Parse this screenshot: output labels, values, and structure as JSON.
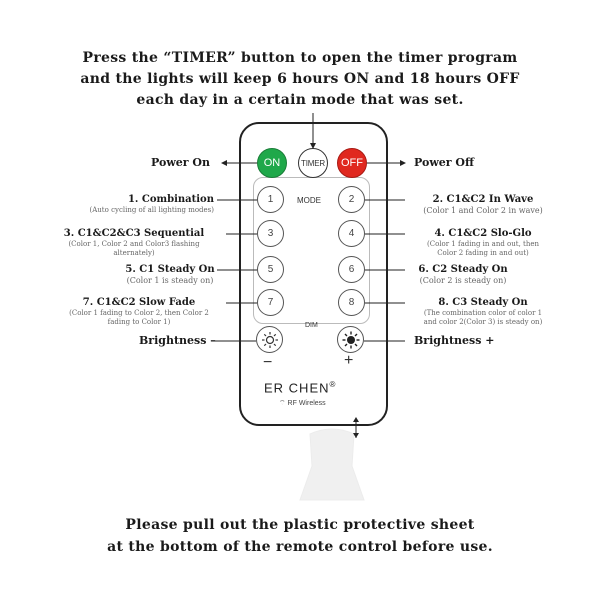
{
  "header": {
    "line1": "Press the “TIMER” button to open the timer program",
    "line2": "and the lights will keep 6 hours ON and 18 hours OFF",
    "line3": "each day in a certain mode that was set."
  },
  "footer": {
    "line1": "Please pull out the plastic protective sheet",
    "line2": "at the bottom of the remote control before use."
  },
  "remote": {
    "on": "ON",
    "timer": "TIMER",
    "off": "OFF",
    "mode": "MODE",
    "dim": "DIM",
    "minus": "−",
    "plus": "+",
    "brand": "ER CHEN",
    "registered": "®",
    "wireless": "RF Wireless",
    "keys": [
      "1",
      "2",
      "3",
      "4",
      "5",
      "6",
      "7",
      "8"
    ]
  },
  "labels": {
    "power_on": "Power On",
    "power_off": "Power Off",
    "k1_title": "1. Combination",
    "k1_desc": "(Auto cycling of all lighting modes)",
    "k2_title": "2. C1&C2 In Wave",
    "k2_desc": "(Color 1 and Color 2 in wave)",
    "k3_title": "3. C1&C2&C3 Sequential",
    "k3_desc1": "(Color 1, Color 2 and Color3 flashing",
    "k3_desc2": "alternately)",
    "k4_title": "4. C1&C2 Slo-Glo",
    "k4_desc1": "(Color 1 fading in and out, then",
    "k4_desc2": "Color 2 fading in and out)",
    "k5_title": "5. C1 Steady On",
    "k5_desc": "(Color 1 is steady on)",
    "k6_title": "6. C2 Steady On",
    "k6_desc": "(Color 2 is steady on)",
    "k7_title": "7. C1&C2 Slow Fade",
    "k7_desc1": "(Color 1 fading to Color 2, then Color 2",
    "k7_desc2": "fading to Color 1)",
    "k8_title": "8. C3 Steady On",
    "k8_desc1": "(The combination color of color 1",
    "k8_desc2": "and color 2(Color 3) is steady on)",
    "brightness_minus": "Brightness –",
    "brightness_plus": "Brightness +"
  },
  "colors": {
    "on_button": "#1fa84a",
    "off_button": "#e0281f"
  }
}
